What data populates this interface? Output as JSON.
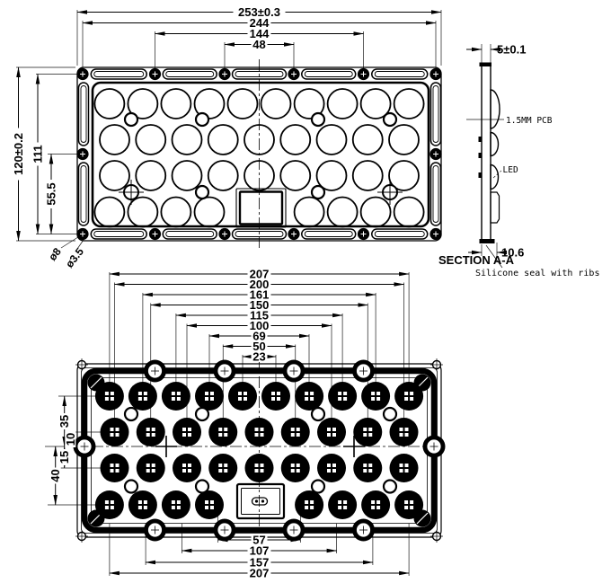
{
  "drawing": {
    "background": "#ffffff",
    "line_color": "#000000",
    "top_view": {
      "dims_top": [
        "253±0.3",
        "244",
        "144",
        "48"
      ],
      "dims_left": [
        "120±0.2",
        "111",
        "55.5"
      ],
      "hole_labels": [
        "ø8",
        "ø3.5"
      ]
    },
    "section_view": {
      "dim_top": "5±0.1",
      "label_pcb": "1.5MM PCB",
      "label_led": "LED",
      "dim_bottom": "10.6",
      "title": "SECTION A-A",
      "note": "Silicone seal with ribs"
    },
    "bottom_view": {
      "dims_top": [
        "207",
        "200",
        "161",
        "150",
        "115",
        "100",
        "69",
        "50",
        "23"
      ],
      "dims_left": [
        "35",
        "10",
        "15",
        "40"
      ],
      "dims_bottom": [
        "57",
        "107",
        "157",
        "207"
      ]
    }
  }
}
